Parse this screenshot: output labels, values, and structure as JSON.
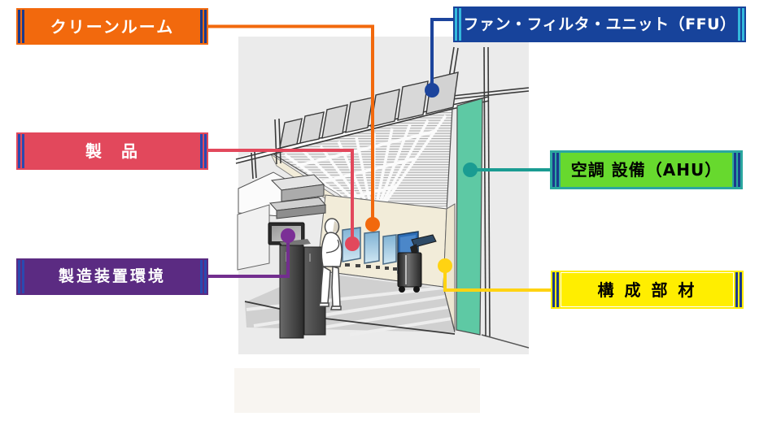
{
  "labels": [
    {
      "id": "cleanroom",
      "text": "クリーンルーム",
      "bg": "#F2690D",
      "fg": "#FFFFFF",
      "stripe": "#1B3A8C",
      "connector": "#F2690D"
    },
    {
      "id": "ffu",
      "text": "ファン・フィルタ・ユニット（FFU）",
      "bg": "#17439B",
      "fg": "#FFFFFF",
      "stripe": "#33B9DC",
      "connector": "#1C449C"
    },
    {
      "id": "product",
      "text": "製　品",
      "bg": "#E2485C",
      "fg": "#FFFFFF",
      "stripe": "#2A49B0",
      "connector": "#E2485C"
    },
    {
      "id": "ahu",
      "text": "空調 設備（AHU）",
      "bg": "#67D92E",
      "fg": "#000000",
      "stripe": "#1B3A8C",
      "frame": "#2BA79F",
      "connector": "#1A9C92"
    },
    {
      "id": "equipment-environment",
      "text": "製造装置環境",
      "bg": "#5B2B82",
      "fg": "#FFFFFF",
      "stripe": "#2A49B0",
      "connector": "#722E8E"
    },
    {
      "id": "components",
      "text": "構 成 部 材",
      "bg": "#FFEE00",
      "fg": "#000000",
      "stripe": "#1B3A8C",
      "connector": "#FFD312"
    }
  ],
  "illustration": {
    "background": "#EBEBEB",
    "wall": "#F2ECD9",
    "ahu_duct": "#5EC9A4",
    "floor": "#D0D0D0",
    "window_blue": "#8FBEDC"
  }
}
